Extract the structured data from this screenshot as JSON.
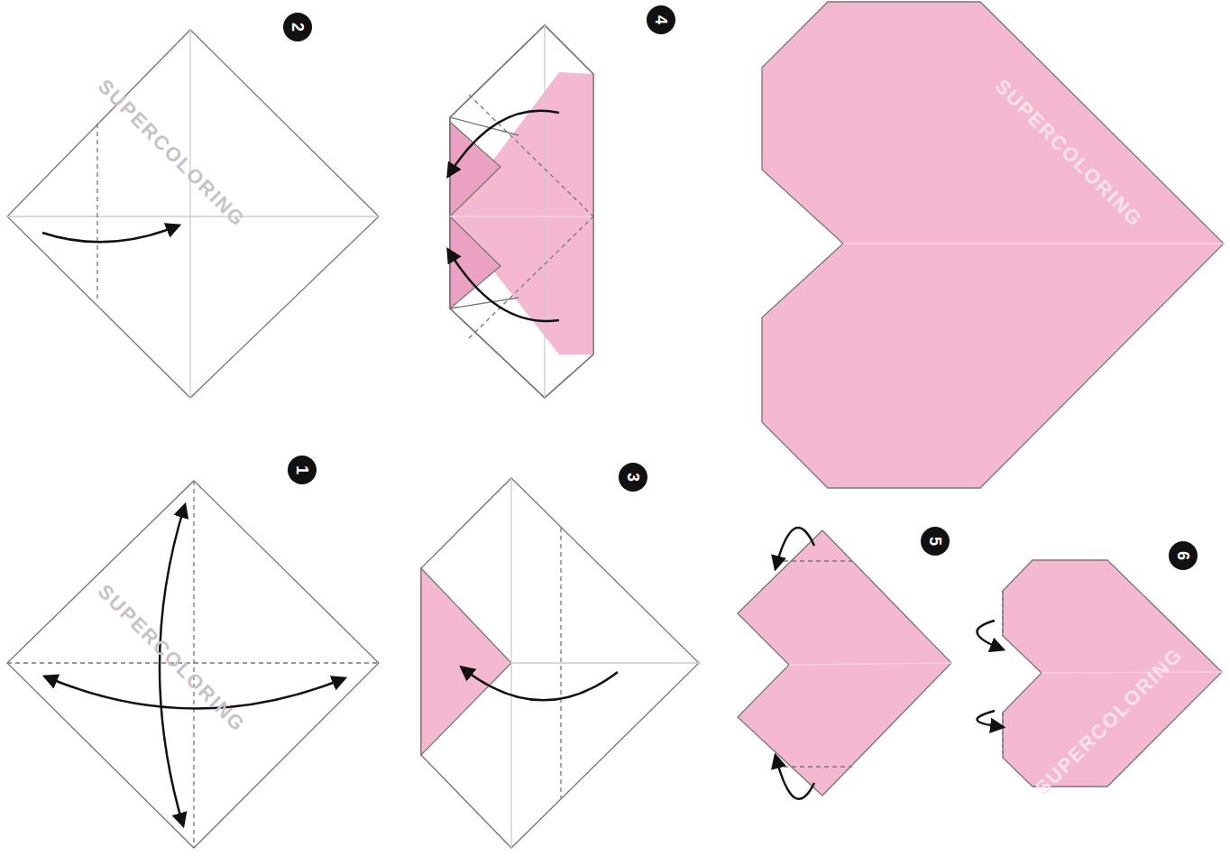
{
  "diagram": {
    "labels": [
      "2",
      "4",
      "1",
      "3",
      "5",
      "6",
      "SUPERCOLORING",
      "SUPERCOLORING",
      "SUPERCOLORING",
      "SUPERCOLORING"
    ]
  }
}
